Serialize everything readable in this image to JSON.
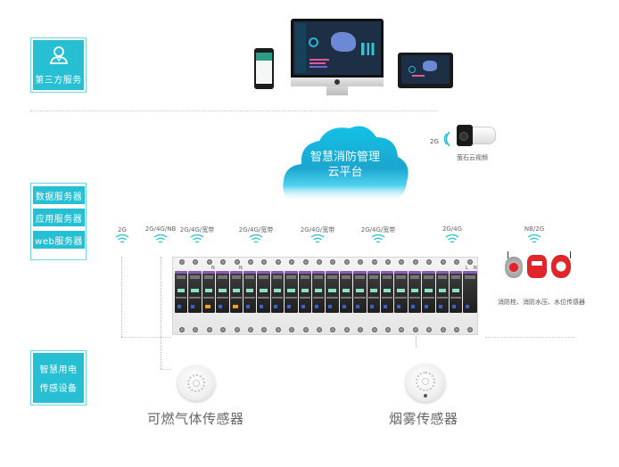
{
  "tiers": {
    "third_party": {
      "icon": "user-icon",
      "label": "第三方服务"
    },
    "servers": [
      {
        "label": "数据服务器"
      },
      {
        "label": "应用服务器"
      },
      {
        "label": "web服务器"
      }
    ],
    "smart_power": {
      "line1": "智慧用电",
      "line2": "传感设备"
    }
  },
  "clients": {
    "devices": [
      "smartphone",
      "desktop-monitor",
      "tablet"
    ]
  },
  "cloud": {
    "line1": "智慧消防管理",
    "line2": "云平台"
  },
  "camera": {
    "signal": "2G",
    "label": "萤石云视频"
  },
  "signals": [
    {
      "label": "2G"
    },
    {
      "label": "2G/4G/NB"
    },
    {
      "label": "2G/4G/宽带"
    },
    {
      "label": "2G/4G/宽带"
    },
    {
      "label": "2G/4G/宽带"
    },
    {
      "label": "2G/4G/宽带"
    },
    {
      "label": "2G/4G"
    },
    {
      "label": "NB/2G"
    }
  ],
  "rail": {
    "terminal_labels": {
      "n1": "N",
      "n2": "N",
      "l": "L",
      "n": "N"
    }
  },
  "sensors": {
    "water": "消防栓、消防水压、水位传感器",
    "gas": "可燃气体传感器",
    "smoke": "烟雾传感器"
  },
  "colors": {
    "accent": "#26bfd3",
    "accent_border": "#6fd6e4",
    "breaker_top": "#8e5ab8",
    "gauge_red": "#e0262a"
  }
}
